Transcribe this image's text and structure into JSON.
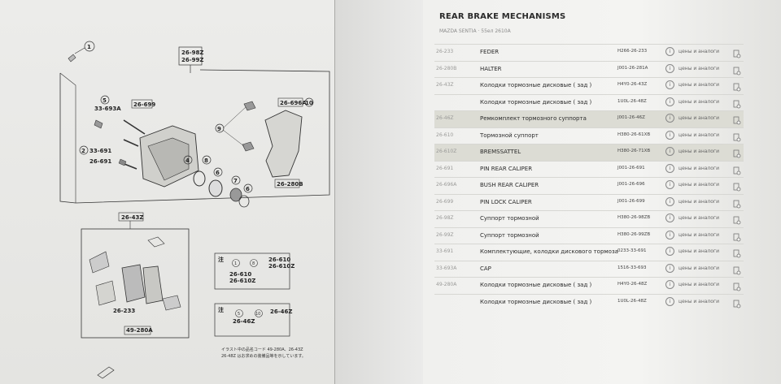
{
  "header": {
    "title": "REAR BRAKE MECHANISMS",
    "subtitle": "MAZDA SENTIA · 55ел 2610A"
  },
  "parts": [
    {
      "num": "26-233",
      "name": "FEDER",
      "code": "H266-26-233",
      "action": "цены и аналоги",
      "highlight": false
    },
    {
      "num": "26-280B",
      "name": "HALTER",
      "code": "J001-26-281A",
      "action": "цены и аналоги",
      "highlight": false
    },
    {
      "num": "26-43Z",
      "name": "Колодки тормозные дисковые ( зад )",
      "code": "H4Y0-26-43Z",
      "action": "цены и аналоги",
      "highlight": false
    },
    {
      "num": "",
      "name": "Колодки тормозные дисковые ( зад )",
      "code": "1U0L-26-48Z",
      "action": "цены и аналоги",
      "highlight": false
    },
    {
      "num": "26-46Z",
      "name": "Ремкомплект тормозного суппорта",
      "code": "J001-26-46Z",
      "action": "цены и аналоги",
      "highlight": true
    },
    {
      "num": "26-610",
      "name": "Тормозной суппорт",
      "code": "H380-26-61XB",
      "action": "цены и аналоги",
      "highlight": false
    },
    {
      "num": "26-610Z",
      "name": "BREMSSATTEL",
      "code": "H380-26-71XB",
      "action": "цены и аналоги",
      "highlight": true
    },
    {
      "num": "26-691",
      "name": "PIN REAR CALIPER",
      "code": "J001-26-691",
      "action": "цены и аналоги",
      "highlight": false
    },
    {
      "num": "26-696A",
      "name": "BUSH REAR CALIPER",
      "code": "J001-26-696",
      "action": "цены и аналоги",
      "highlight": false
    },
    {
      "num": "26-699",
      "name": "PIN LOCK CALIPER",
      "code": "J001-26-699",
      "action": "цены и аналоги",
      "highlight": false
    },
    {
      "num": "26-98Z",
      "name": "Суппорт тормозной",
      "code": "H380-26-98ZB",
      "action": "цены и аналоги",
      "highlight": false
    },
    {
      "num": "26-99Z",
      "name": "Суппорт тормозной",
      "code": "H380-26-99ZB",
      "action": "цены и аналоги",
      "highlight": false
    },
    {
      "num": "33-691",
      "name": "Комплектующие, колодки дискового тормоза",
      "code": "0233-33-691",
      "action": "цены и аналоги",
      "highlight": false
    },
    {
      "num": "33-693A",
      "name": "CAP",
      "code": "1516-33-693",
      "action": "цены и аналоги",
      "highlight": false
    },
    {
      "num": "49-280A",
      "name": "Колодки тормозные дисковые ( зад )",
      "code": "H4Y0-26-48Z",
      "action": "цены и аналоги",
      "highlight": false
    },
    {
      "num": "",
      "name": "Колодки тормозные дисковые ( зад )",
      "code": "1U0L-26-48Z",
      "action": "цены и аналоги",
      "highlight": false
    }
  ],
  "diagram": {
    "top_ref_1": "26-98Z",
    "top_ref_2": "26-99Z",
    "l_33693a": "33-693A",
    "l_26699": "26-699",
    "l_33691": "33-691",
    "l_26691": "26-691",
    "l_26696a": "26-696A",
    "l_26280b": "26-280B",
    "l_2643z": "26-43Z",
    "l_26233": "26-233",
    "l_49280a": "49-280A",
    "n1": "1",
    "n2": "2",
    "n4": "4",
    "n5": "5",
    "n6": "6",
    "n7": "7",
    "n8": "8",
    "n9": "9",
    "n10": "10",
    "note1_head": "注",
    "note1_a": "26-610",
    "note1_b": "26-610Z",
    "note1_c": "26-610",
    "note1_d": "26-610Z",
    "note2_head": "注",
    "note2_a": "26-46Z",
    "note2_b": "26-46Z",
    "footer_1": "イラスト中の品名コード 49-280A、26-43Z",
    "footer_2": "26-48Z はお求めの装備品等を示しています。"
  }
}
